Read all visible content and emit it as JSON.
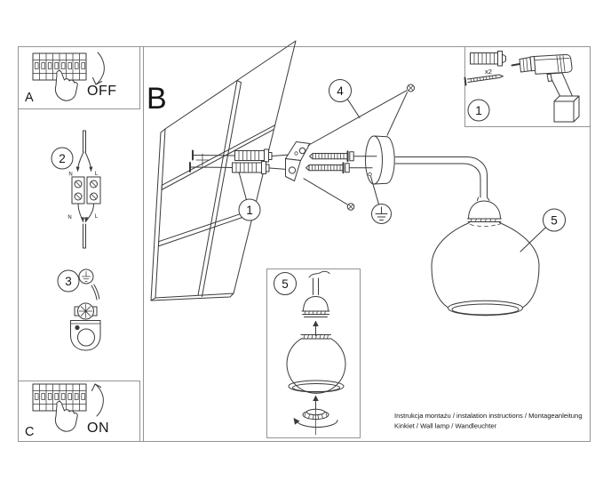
{
  "document": {
    "footer_line1": "Instrukcja montażu / instalation instructions / Montageanleitung",
    "footer_line2": "Kinkiet / Wall lamp / Wandleuchter"
  },
  "panels": {
    "a_label": "A",
    "a_action": "OFF",
    "c_label": "C",
    "c_action": "ON",
    "b_label": "B"
  },
  "callouts": {
    "one": "1",
    "two": "2",
    "three": "3",
    "four": "4",
    "five": "5",
    "box_one": "1",
    "box_five": "5"
  },
  "wiring": {
    "n_top": "N",
    "l_top": "L",
    "n_bottom": "N",
    "l_bottom": "L"
  },
  "parts": {
    "dowel_qty": "x2"
  },
  "colors": {
    "line": "#3a3a3a",
    "border": "#949494",
    "text": "#161616"
  }
}
